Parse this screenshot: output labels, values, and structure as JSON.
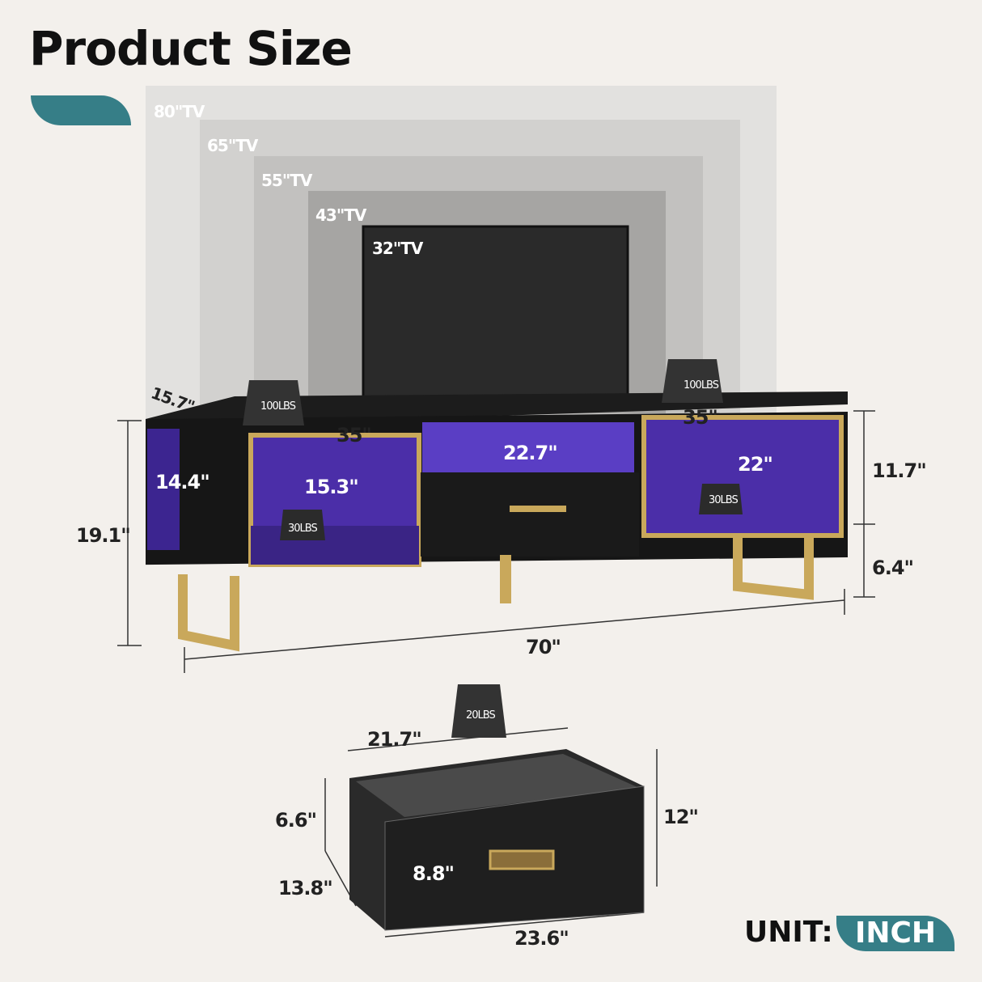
{
  "title": "Product Size",
  "tv_sizes": [
    "80\"TV",
    "65\"TV",
    "55\"TV",
    "43\"TV",
    "32\"TV"
  ],
  "weights": {
    "top_left": "100LBS",
    "top_right": "100LBS",
    "shelf_left": "30LBS",
    "shelf_right": "30LBS",
    "drawer": "20LBS"
  },
  "dimensions": {
    "depth": "15.7\"",
    "left_width": "35\"",
    "right_width": "35\"",
    "center_width": "22.7\"",
    "left_shelf_depth": "14.4\"",
    "left_inner_width": "15.3\"",
    "right_inner_width": "22\"",
    "total_height": "19.1\"",
    "cabinet_height": "11.7\"",
    "leg_height": "6.4\"",
    "total_width": "70\""
  },
  "drawer": {
    "width_top": "21.7\"",
    "inner_height": "6.6\"",
    "depth": "13.8\"",
    "front_height": "8.8\"",
    "height": "12\"",
    "width": "23.6\""
  },
  "unit": {
    "label": "UNIT:",
    "value": "INCH"
  },
  "colors": {
    "accent": "#367e87",
    "background": "#f3f0ec",
    "led": "#6a3fd0",
    "gold": "#c9a85b"
  }
}
